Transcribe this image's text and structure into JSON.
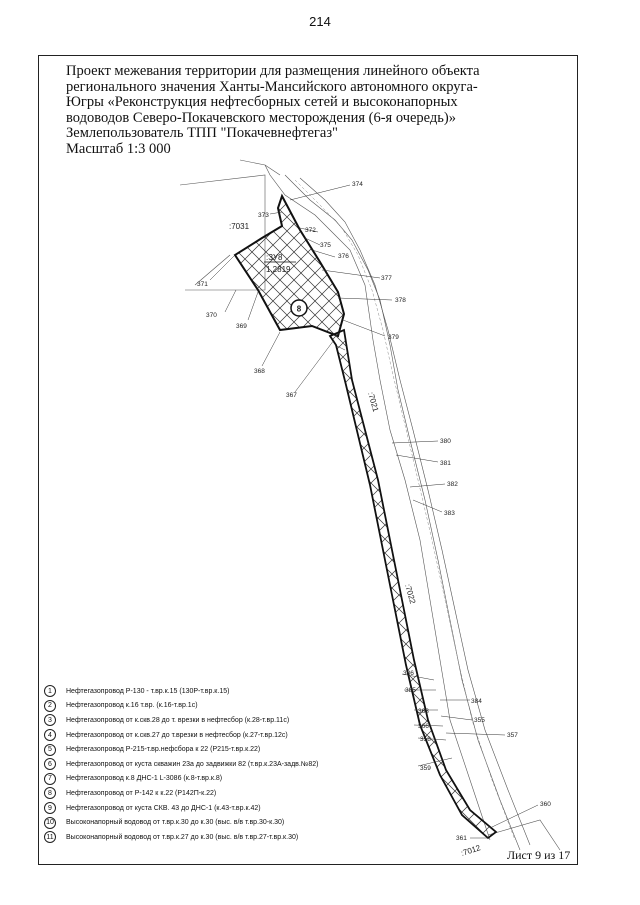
{
  "page_number": "214",
  "title_lines": [
    "Проект межевания территории для размещения линейного объекта",
    "регионального значения Ханты-Мансийского автономного округа-",
    "Югры «Реконструкция нефтесборных сетей и высоконапорных",
    "водоводов Северо-Покачевского месторождения (6-я очередь)»",
    "Землепользователь ТПП \"Покачевнефтегаз\"",
    "Масштаб 1:3 000"
  ],
  "map": {
    "parcel_label": ":ЗУ8",
    "parcel_area": "1,2819",
    "parcel_marker": "8",
    "block_labels": [
      ":7031",
      ":7021",
      ":7022",
      ":7012"
    ],
    "point_labels": [
      "374",
      "373",
      "372",
      "375",
      "376",
      "377",
      "378",
      "371",
      "379",
      "370",
      "369",
      "368",
      "367",
      "380",
      "381",
      "382",
      "383",
      "386",
      "385",
      "384",
      "363",
      "355",
      "357",
      "366",
      "358",
      "359",
      "360",
      "361"
    ]
  },
  "legend": [
    {
      "num": "1",
      "text": "Нефтегазопровод Р-130 - т.вр.к.15 (130Р-т.вр.к.15)"
    },
    {
      "num": "2",
      "text": "Нефтегазопровод к.16 т.вр. (к.16-т.вр.1с)"
    },
    {
      "num": "3",
      "text": "Нефтегазопровод от к.скв.28 до т. врезки в нефтесбор (к.28-т.вр.11с)"
    },
    {
      "num": "4",
      "text": "Нефтегазопровод от к.скв.27 до т.врезки в нефтесбор (к.27-т.вр.12с)"
    },
    {
      "num": "5",
      "text": "Нефтегазопровод Р-215-т.вр.нефсбора к 22 (Р215-т.вр.к.22)"
    },
    {
      "num": "6",
      "text": "Нефтегазопровод от куста скважин 23а до задвижки 82 (т.вр.к.23А-задв.№82)"
    },
    {
      "num": "7",
      "text": "Нефтегазопровод к.8 ДНС-1 L-3086 (к.8-т.вр.к.8)"
    },
    {
      "num": "8",
      "text": "Нефтегазопровод от Р-142 к к.22 (Р142П-к.22)"
    },
    {
      "num": "9",
      "text": "Нефтегазопровод от куста СКВ. 43 до ДНС-1 (к.43-т.вр.к.42)"
    },
    {
      "num": "10",
      "text": "Высоконапорный водовод от т.вр.к.30 до к.30 (выс. в/в т.вр.30-к.30)"
    },
    {
      "num": "11",
      "text": "Высоконапорный водовод от т.вр.к.27 до к.30 (выс. в/в т.вр.27-т.вр.к.30)"
    }
  ],
  "sheet_label": "Лист 9 из 17"
}
